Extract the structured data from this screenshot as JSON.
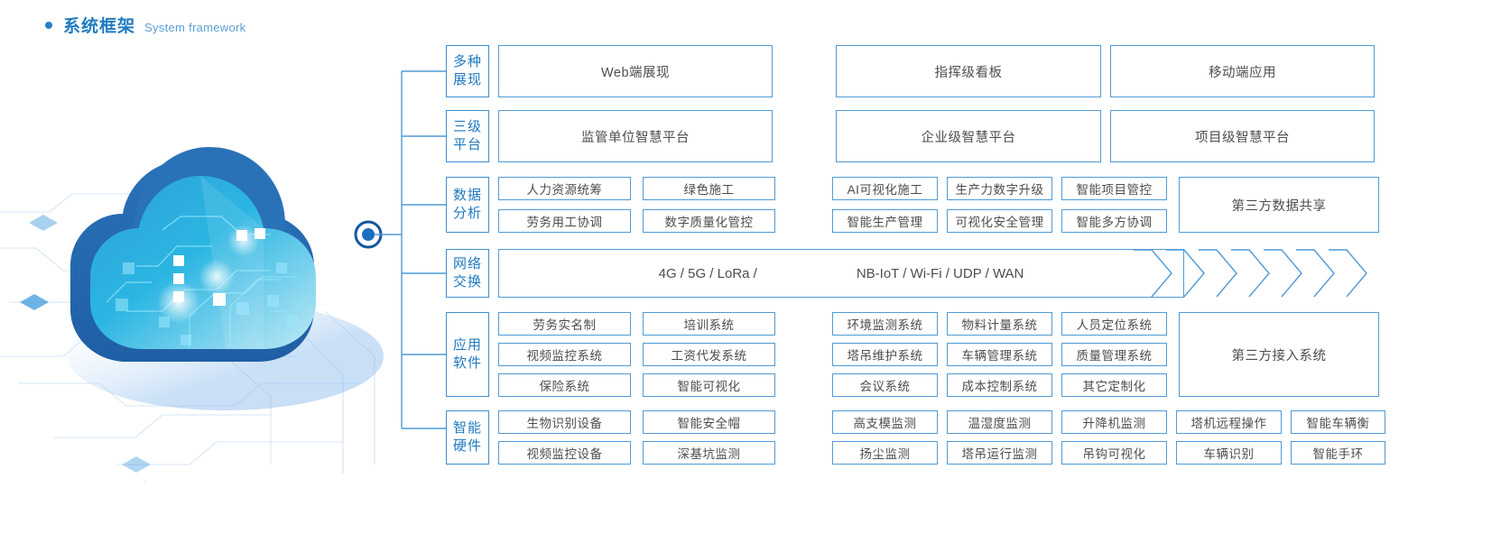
{
  "header": {
    "title_cn": "系统框架",
    "title_en": "System framework",
    "bullet_icon": "bullet-dot-icon",
    "accent_color": "#1f7ac0"
  },
  "graphic": {
    "name": "cloud-computing-illustration",
    "node_icon": "connection-node-icon"
  },
  "colors": {
    "box_border": "#4f9bd6",
    "label_border": "#3d8fd1",
    "label_text": "#1f7ac0",
    "box_text": "#4d4d4d",
    "connector": "#4f9bd6"
  },
  "rows": [
    {
      "label_lines": [
        "多种",
        "展现"
      ],
      "groups": [
        {
          "items": [
            [
              "Web端展现"
            ]
          ]
        },
        {
          "items": [
            [
              "指挥级看板"
            ]
          ]
        },
        {
          "items": [
            [
              "移动端应用"
            ]
          ]
        }
      ]
    },
    {
      "label_lines": [
        "三级",
        "平台"
      ],
      "groups": [
        {
          "items": [
            [
              "监管单位智慧平台"
            ]
          ]
        },
        {
          "items": [
            [
              "企业级智慧平台"
            ]
          ]
        },
        {
          "items": [
            [
              "项目级智慧平台"
            ]
          ]
        }
      ]
    },
    {
      "label_lines": [
        "数据",
        "分析"
      ],
      "groups": [
        {
          "items": [
            [
              "人力资源统筹",
              "绿色施工"
            ],
            [
              "劳务用工协调",
              "数字质量化管控"
            ]
          ]
        },
        {
          "items": [
            [
              "AI可视化施工",
              "生产力数字升级",
              "智能项目管控"
            ],
            [
              "智能生产管理",
              "可视化安全管理",
              "智能多方协调"
            ]
          ]
        },
        {
          "items": [
            [
              "第三方数据共享"
            ]
          ]
        }
      ]
    },
    {
      "label_lines": [
        "网络",
        "交换"
      ],
      "network": {
        "left_text": "4G / 5G / LoRa /",
        "right_text": "NB-IoT / Wi-Fi / UDP / WAN",
        "chevron_count": 7
      }
    },
    {
      "label_lines": [
        "应用",
        "软件"
      ],
      "groups": [
        {
          "items": [
            [
              "劳务实名制",
              "培训系统"
            ],
            [
              "视频监控系统",
              "工资代发系统"
            ],
            [
              "保险系统",
              "智能可视化"
            ]
          ]
        },
        {
          "items": [
            [
              "环境监测系统",
              "物料计量系统",
              "人员定位系统"
            ],
            [
              "塔吊维护系统",
              "车辆管理系统",
              "质量管理系统"
            ],
            [
              "会议系统",
              "成本控制系统",
              "其它定制化"
            ]
          ]
        },
        {
          "items": [
            [
              "第三方接入系统"
            ]
          ]
        }
      ]
    },
    {
      "label_lines": [
        "智能",
        "硬件"
      ],
      "groups": [
        {
          "items": [
            [
              "生物识别设备",
              "智能安全帽"
            ],
            [
              "视频监控设备",
              "深基坑监测"
            ]
          ]
        },
        {
          "items": [
            [
              "高支模监测",
              "温湿度监测",
              "升降机监测",
              "塔机远程操作",
              "智能车辆衡"
            ],
            [
              "扬尘监测",
              "塔吊运行监测",
              "吊钩可视化",
              "车辆识别",
              "智能手环"
            ]
          ]
        }
      ]
    }
  ]
}
